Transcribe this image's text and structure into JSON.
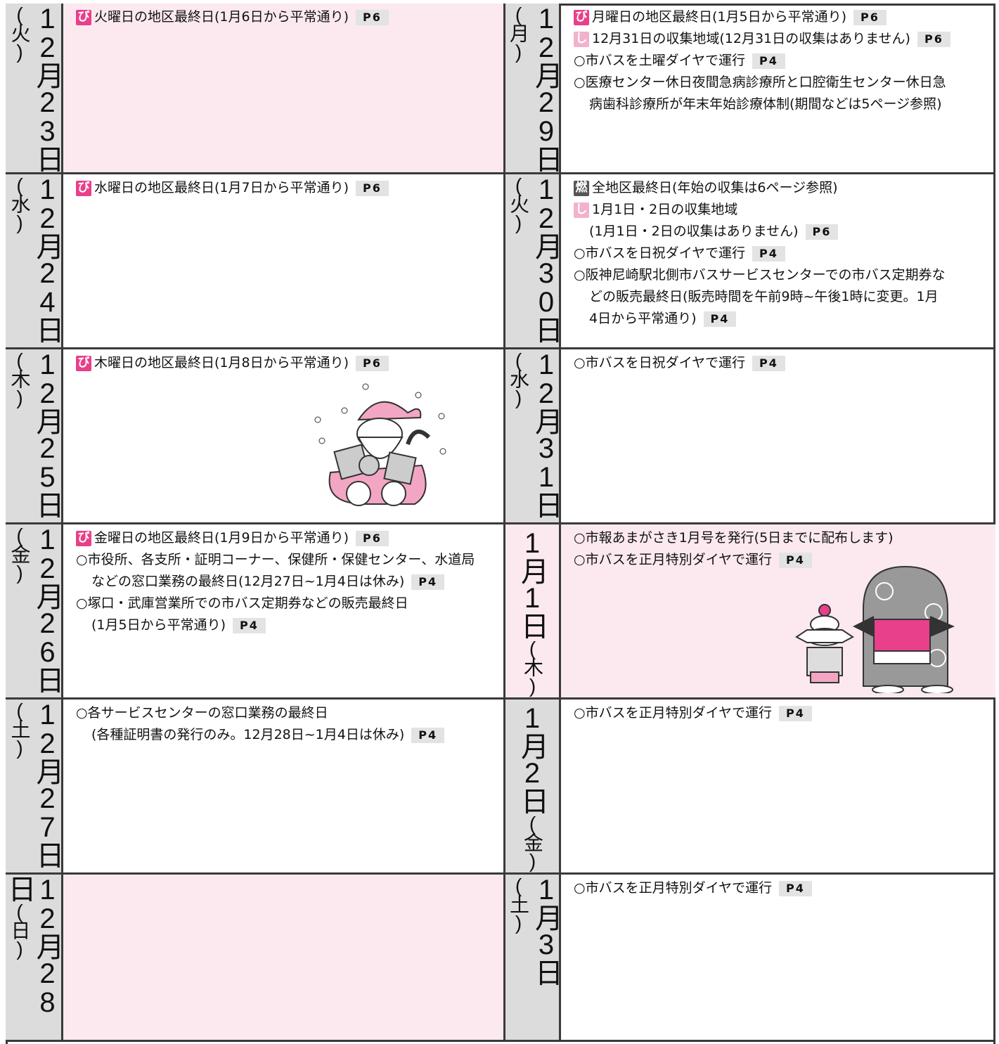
{
  "rows": [
    {
      "left": {
        "date": {
          "month": "12",
          "month_unit": "月",
          "day": "23",
          "day_unit": "日",
          "weekday": "(火)"
        },
        "lines": [
          {
            "mark": "び",
            "text": "火曜日の地区最終日(1月6日から平常通り)",
            "page": "P6"
          }
        ]
      },
      "right": {
        "date": {
          "month": "12",
          "month_unit": "月",
          "day": "29",
          "day_unit": "日",
          "weekday": "(月)"
        },
        "lines": [
          {
            "mark": "び",
            "text": "月曜日の地区最終日(1月5日から平常通り)",
            "page": "P6"
          },
          {
            "mark": "し",
            "text": "12月31日の収集地域(12月31日の収集はありません)",
            "page": "P6"
          },
          {
            "text": "○市バスを土曜ダイヤで運行",
            "page": "P4"
          },
          {
            "text": "○医療センター休日夜間急病診療所と口腔衛生センター休日急"
          },
          {
            "text": "病歯科診療所が年末年始診療体制(期間などは5ページ参照)",
            "indent": true
          }
        ]
      }
    },
    {
      "left": {
        "date": {
          "month": "12",
          "month_unit": "月",
          "day": "24",
          "day_unit": "日",
          "weekday": "(水)"
        },
        "lines": [
          {
            "mark": "び",
            "text": "水曜日の地区最終日(1月7日から平常通り)",
            "page": "P6"
          }
        ]
      },
      "right": {
        "date": {
          "month": "12",
          "month_unit": "月",
          "day": "30",
          "day_unit": "日",
          "weekday": "(火)"
        },
        "lines": [
          {
            "mark": "燃",
            "text": "全地区最終日(年始の収集は6ページ参照)"
          },
          {
            "mark": "し",
            "text": "1月1日・2日の収集地域"
          },
          {
            "text": "(1月1日・2日の収集はありません)",
            "page": "P6",
            "indent": true
          },
          {
            "text": "○市バスを日祝ダイヤで運行",
            "page": "P4"
          },
          {
            "text": "○阪神尼崎駅北側市バスサービスセンターでの市バス定期券な"
          },
          {
            "text": "どの販売最終日(販売時間を午前9時~午後1時に変更。1月",
            "indent": true
          },
          {
            "text": "4日から平常通り)",
            "page": "P4",
            "indent": true
          }
        ]
      }
    },
    {
      "left": {
        "date": {
          "month": "12",
          "month_unit": "月",
          "day": "25",
          "day_unit": "日",
          "weekday": "(木)"
        },
        "lines": [
          {
            "mark": "び",
            "text": "木曜日の地区最終日(1月8日から平常通り)",
            "page": "P6"
          }
        ]
      },
      "right": {
        "date": {
          "month": "12",
          "month_unit": "月",
          "day": "31",
          "day_unit": "日",
          "weekday": "(水)"
        },
        "lines": [
          {
            "text": "○市バスを日祝ダイヤで運行",
            "page": "P4"
          }
        ]
      }
    },
    {
      "left": {
        "date": {
          "month": "12",
          "month_unit": "月",
          "day": "26",
          "day_unit": "日",
          "weekday": "(金)"
        },
        "lines": [
          {
            "mark": "び",
            "text": "金曜日の地区最終日(1月9日から平常通り)",
            "page": "P6"
          },
          {
            "text": "○市役所、各支所・証明コーナー、保健所・保健センター、水道局"
          },
          {
            "text": "などの窓口業務の最終日(12月27日~1月4日は休み)",
            "page": "P4",
            "indent": true
          },
          {
            "text": "○塚口・武庫営業所での市バス定期券などの販売最終日"
          },
          {
            "text": "(1月5日から平常通り)",
            "page": "P4",
            "indent": true
          }
        ]
      },
      "right": {
        "date": {
          "month": "1",
          "month_unit": "月",
          "day": "1",
          "day_unit": "日",
          "weekday": "(木)"
        },
        "lines": [
          {
            "text": "○市報あまがさき1月号を発行(5日までに配布します)"
          },
          {
            "text": "○市バスを正月特別ダイヤで運行",
            "page": "P4"
          }
        ]
      }
    },
    {
      "left": {
        "date": {
          "month": "12",
          "month_unit": "月",
          "day": "27",
          "day_unit": "日",
          "weekday": "(土)"
        },
        "lines": [
          {
            "text": "○各サービスセンターの窓口業務の最終日"
          },
          {
            "text": "(各種証明書の発行のみ。12月28日~1月4日は休み)",
            "page": "P4",
            "indent": true
          }
        ]
      },
      "right": {
        "date": {
          "month": "1",
          "month_unit": "月",
          "day": "2",
          "day_unit": "日",
          "weekday": "(金)"
        },
        "lines": [
          {
            "text": "○市バスを正月特別ダイヤで運行",
            "page": "P4"
          }
        ]
      }
    },
    {
      "left": {
        "date": {
          "month": "12",
          "month_unit": "月",
          "day": "28",
          "day_unit": "日",
          "weekday": "(日)"
        },
        "lines": []
      },
      "right": {
        "date": {
          "month": "1",
          "month_unit": "月",
          "day": "3",
          "day_unit": "日",
          "weekday": "(土)"
        },
        "lines": [
          {
            "text": "○市バスを正月特別ダイヤで運行",
            "page": "P4"
          }
        ]
      }
    }
  ]
}
